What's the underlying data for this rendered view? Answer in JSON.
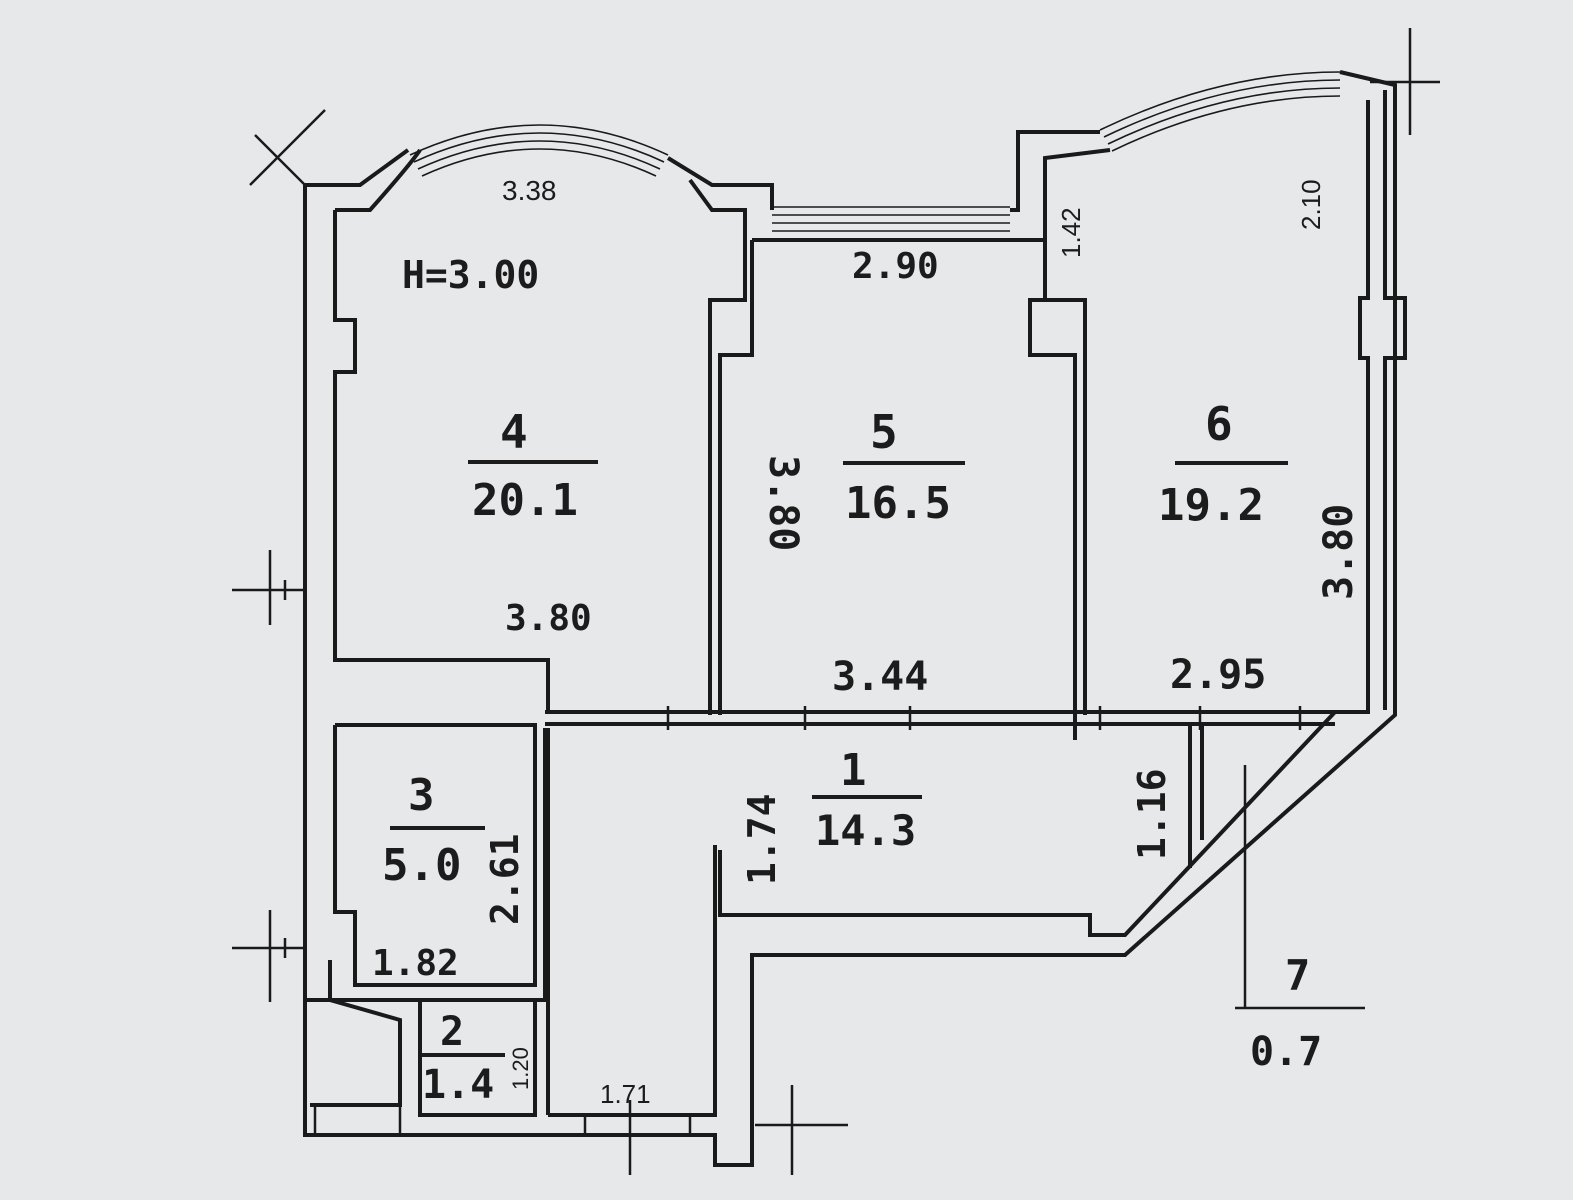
{
  "header": {
    "ceiling_height": "H=3.00"
  },
  "rooms": [
    {
      "id": "4",
      "number": "4",
      "area": "20.1"
    },
    {
      "id": "5",
      "number": "5",
      "area": "16.5"
    },
    {
      "id": "6",
      "number": "6",
      "area": "19.2"
    },
    {
      "id": "3",
      "number": "3",
      "area": "5.0"
    },
    {
      "id": "1",
      "number": "1",
      "area": "14.3"
    },
    {
      "id": "2",
      "number": "2",
      "area": "1.4"
    },
    {
      "id": "7",
      "number": "7",
      "area": "0.7"
    }
  ],
  "dimensions": {
    "room4_top": "3.38",
    "room4_bottom": "3.80",
    "room5_top": "2.90",
    "room5_side": "3.80",
    "room5_bottom": "3.44",
    "room6_top_left": "1.42",
    "room6_top_right": "2.10",
    "room6_side": "3.80",
    "room6_bottom": "2.95",
    "room3_side": "2.61",
    "room3_bottom": "1.82",
    "room2_side": "1.20",
    "room1_side": "1.74",
    "room1_right": "1.16",
    "corridor_bottom": "1.71"
  }
}
